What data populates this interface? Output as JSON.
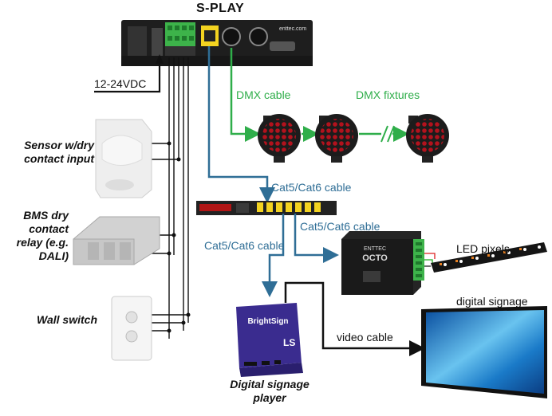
{
  "title": "S-PLAY",
  "power_label": "12-24VDC",
  "device_branding": {
    "splay_url": "enttec.com",
    "octo_brand": "ENTTEC",
    "octo_name": "OCTO",
    "player_brand": "BrightSign",
    "player_model": "LS"
  },
  "inputs": [
    {
      "label": "Sensor w/dry contact input"
    },
    {
      "label": "BMS dry contact relay (e.g. DALI)"
    },
    {
      "label": "Wall switch"
    }
  ],
  "cables": {
    "dmx": "DMX cable",
    "cat_top": "Cat5/Cat6 cable",
    "cat_right": "Cat5/Cat6 cable",
    "cat_left": "Cat5/Cat6 cable",
    "video": "video cable"
  },
  "outputs": {
    "dmx_fixtures": "DMX fixtures",
    "led_pixels": "LED pixels",
    "digital_signage": "digital signage",
    "signage_player": "Digital signage player"
  },
  "colors": {
    "dmx_line": "#2fae4a",
    "network_line": "#2f6e96",
    "wire": "#111111",
    "device_body": "#1e1e1e",
    "terminal_green": "#3db34a",
    "player_purple": "#3a2c8f",
    "par_red": "#c8102e"
  }
}
